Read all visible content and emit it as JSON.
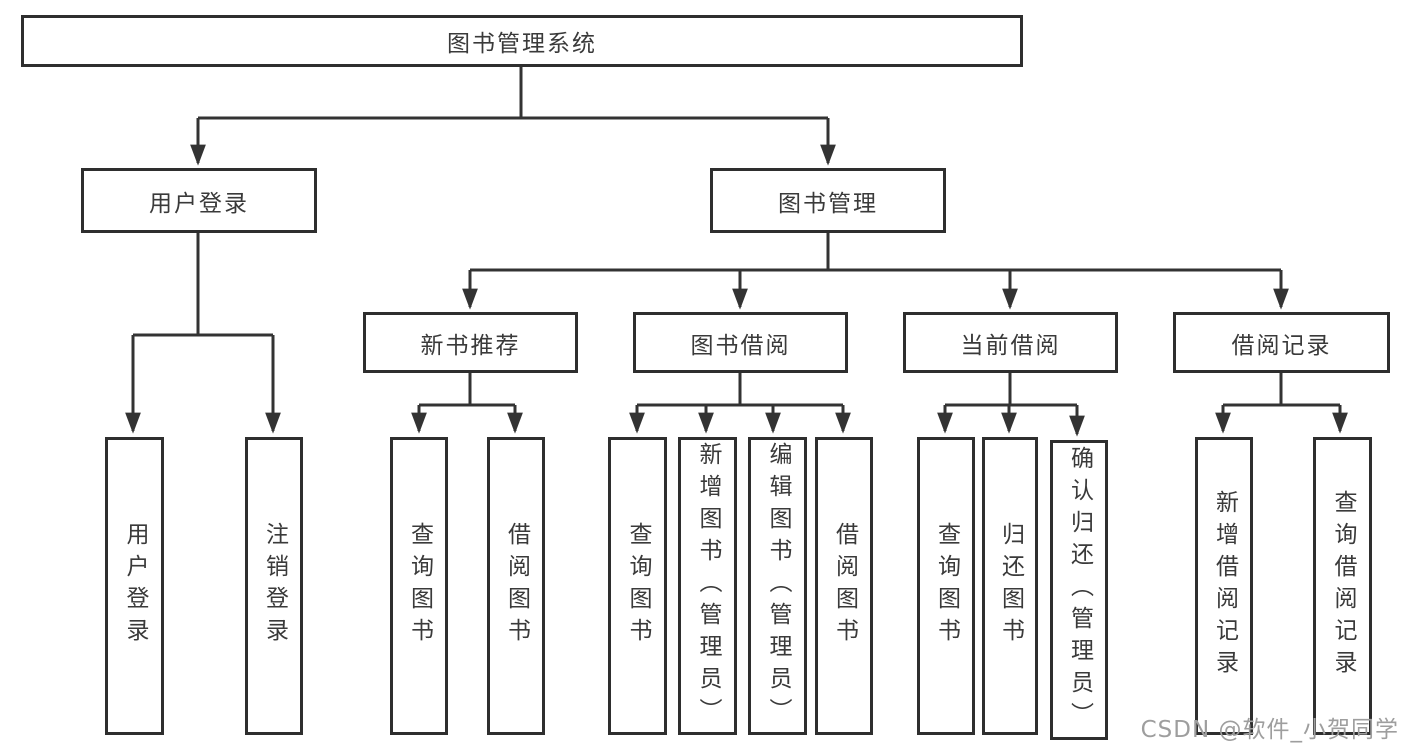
{
  "diagram": {
    "root": {
      "label": "图书管理系统"
    },
    "level2": [
      {
        "label": "用户登录"
      },
      {
        "label": "图书管理"
      }
    ],
    "level3": [
      {
        "label": "新书推荐"
      },
      {
        "label": "图书借阅"
      },
      {
        "label": "当前借阅"
      },
      {
        "label": "借阅记录"
      }
    ],
    "leaves": {
      "user_login": [
        "用户登录",
        "注销登录"
      ],
      "new_book_recommendation": [
        "查询图书",
        "借阅图书"
      ],
      "book_borrowing": [
        "查询图书",
        "新增图书（管理员）",
        "编辑图书（管理员）",
        "借阅图书"
      ],
      "current_borrowing": [
        "查询图书",
        "归还图书",
        "确认归还（管理员）"
      ],
      "borrowing_records": [
        "新增借阅记录",
        "查询借阅记录"
      ]
    },
    "colors": {
      "line": "#333333",
      "box_border": "#2e2e2e",
      "text": "#3a3a3a",
      "watermark": "#9e9e9e",
      "background": "#ffffff"
    }
  },
  "watermark": {
    "text": "CSDN @软件_小贺同学"
  }
}
